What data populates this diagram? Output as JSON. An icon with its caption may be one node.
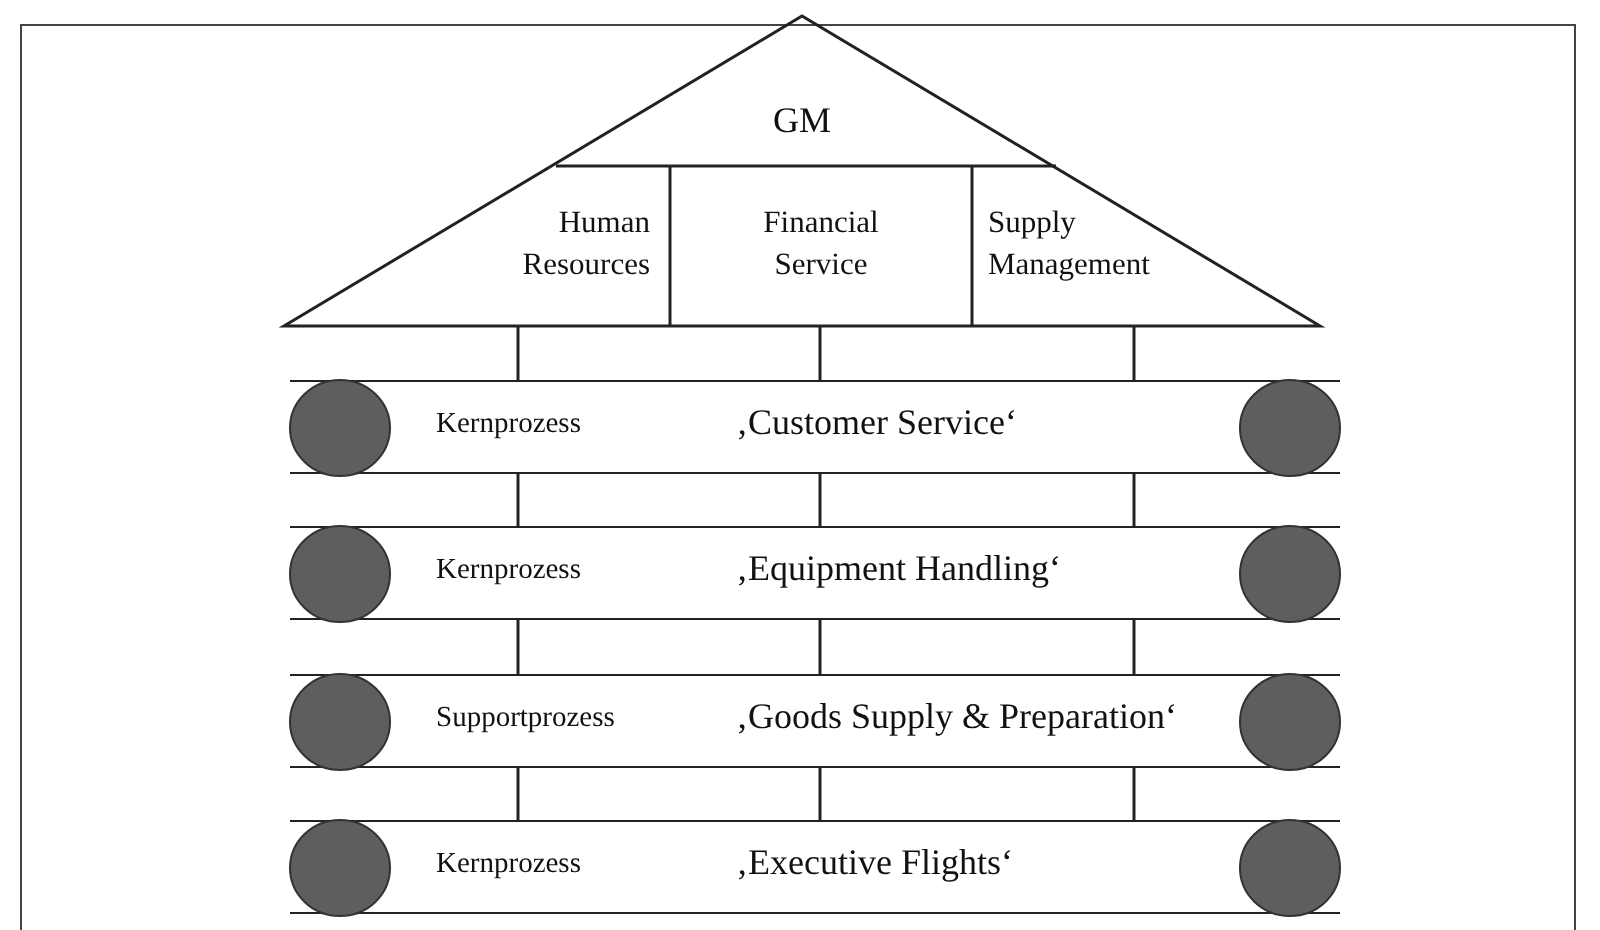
{
  "diagram": {
    "nodes": [
      {
        "text": [
          "GM"
        ]
      },
      {
        "text": [
          "Human Resources"
        ],
        "in": 0
      },
      {
        "text": [
          "Financial Service"
        ],
        "in": 0
      },
      {
        "text": [
          "Supply Management"
        ],
        "in": 0
      },
      {
        "text": [
          "Kernprozess",
          "‚Customer Service‘"
        ]
      },
      {
        "text": [
          "Kernprozess",
          "‚Equipment Handling‘"
        ]
      },
      {
        "text": [
          "Supportprozess",
          "‚Goods Supply & Preparation‘"
        ]
      },
      {
        "text": [
          "Kernprozess",
          "‚Executive Flights‘"
        ]
      }
    ],
    "edges": [
      {
        "from": 0,
        "to": 4,
        "arrow": "none"
      },
      {
        "from": 2,
        "to": 4,
        "arrow": "none"
      },
      {
        "from": 3,
        "to": 4,
        "arrow": "none"
      },
      {
        "from": 4,
        "to": 5,
        "arrow": "none"
      },
      {
        "from": 4,
        "to": 5,
        "arrow": "none"
      },
      {
        "from": 4,
        "to": 5,
        "arrow": "none"
      },
      {
        "from": 5,
        "to": 6,
        "arrow": "none"
      },
      {
        "from": 5,
        "to": 6,
        "arrow": "none"
      },
      {
        "from": 5,
        "to": 6,
        "arrow": "none"
      },
      {
        "from": 6,
        "to": 7,
        "arrow": "none"
      },
      {
        "from": 6,
        "to": 7,
        "arrow": "none"
      },
      {
        "from": 6,
        "to": 7,
        "arrow": "none"
      }
    ]
  }
}
